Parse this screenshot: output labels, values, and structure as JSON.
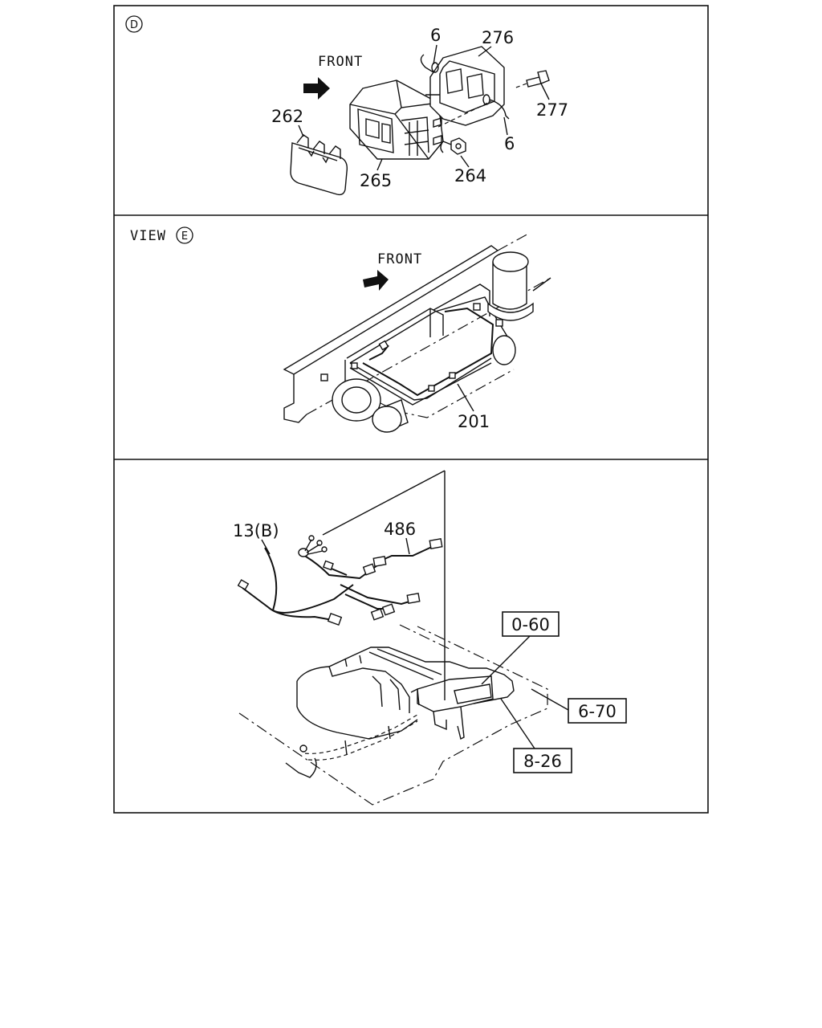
{
  "panel_d": {
    "marker": "D",
    "front_label": "FRONT",
    "callouts": {
      "c6a": "6",
      "c276": "276",
      "c277": "277",
      "c6b": "6",
      "c262": "262",
      "c265": "265",
      "c264": "264"
    }
  },
  "panel_e": {
    "view_label": "VIEW",
    "marker": "E",
    "front_label": "FRONT",
    "callouts": {
      "c201": "201"
    }
  },
  "panel_f": {
    "callouts": {
      "c13b": "13(B)",
      "c486": "486"
    },
    "refs": {
      "r060": "0-60",
      "r670": "6-70",
      "r826": "8-26"
    }
  }
}
